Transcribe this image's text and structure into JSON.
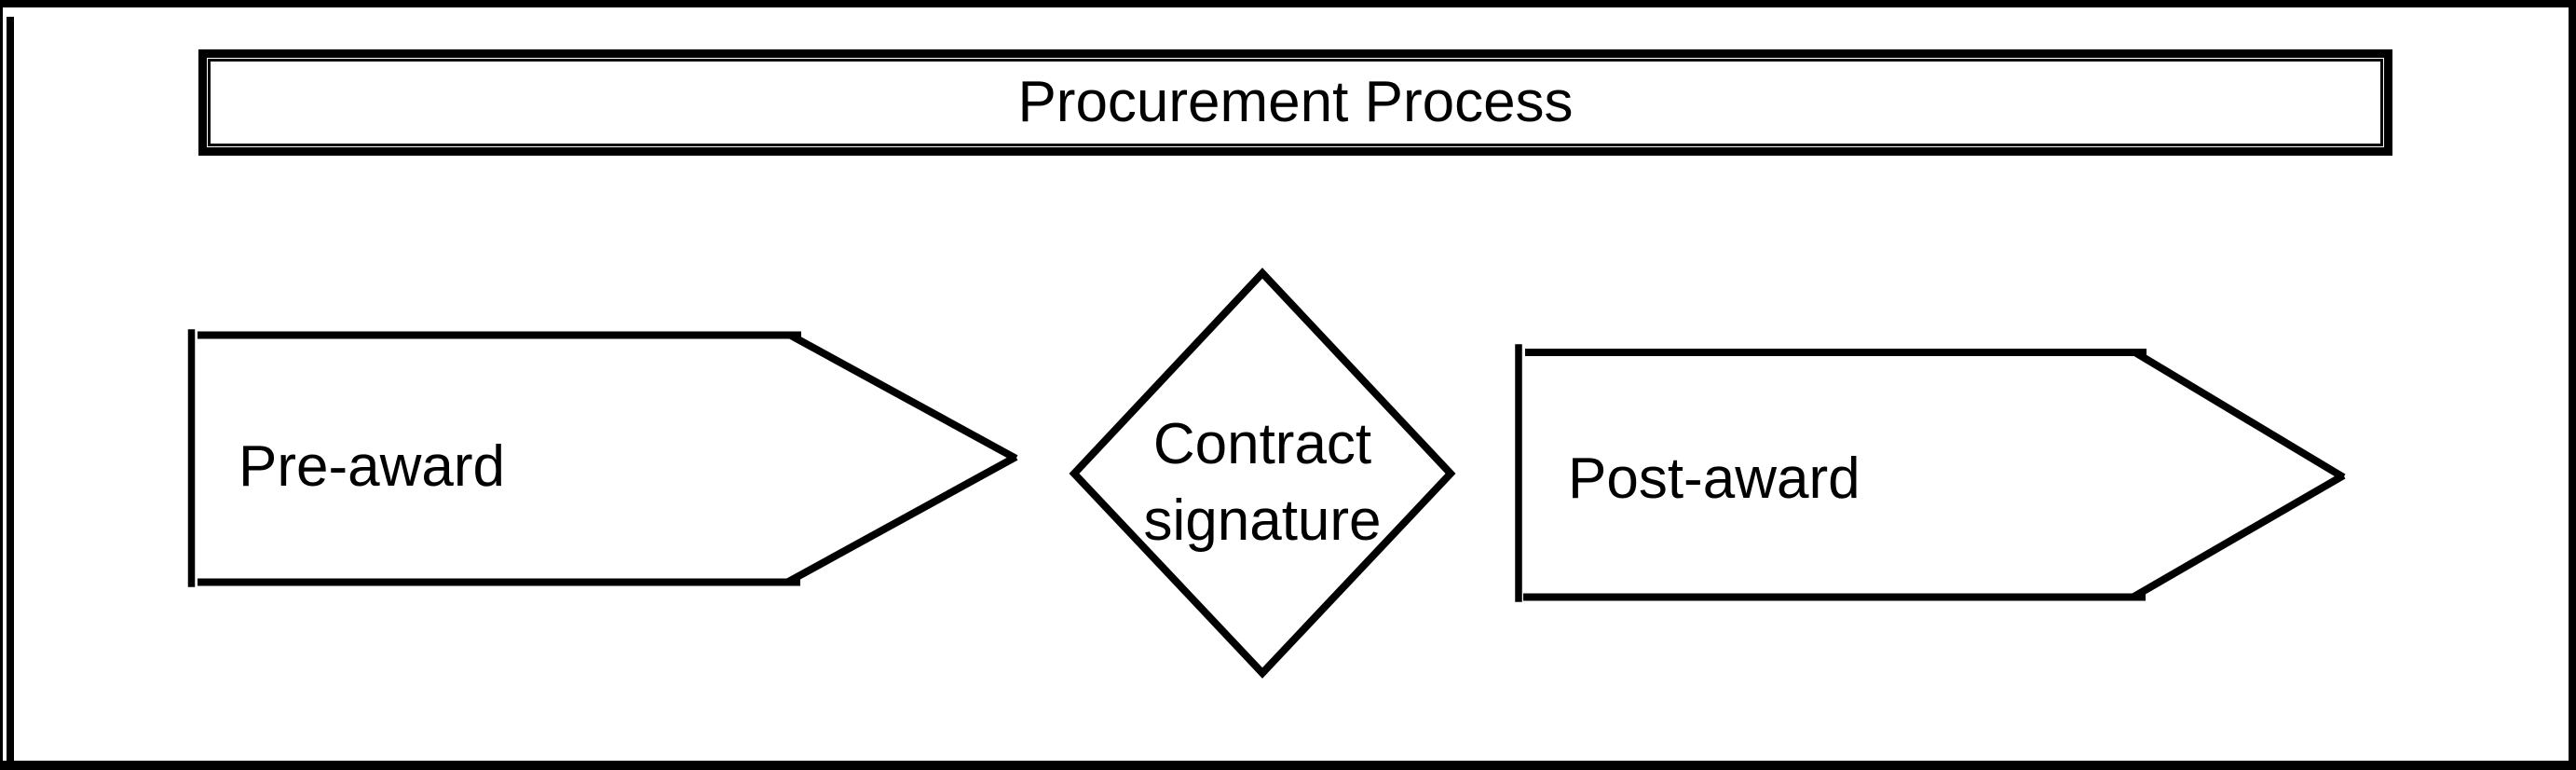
{
  "diagram": {
    "title": "Procurement Process",
    "stages": [
      {
        "label": "Pre-award",
        "shape": "pentagon-arrow-right"
      },
      {
        "label": "Contract signature",
        "shape": "diamond"
      },
      {
        "label": "Post-award",
        "shape": "pentagon-arrow-right"
      }
    ],
    "colors": {
      "stroke": "#000000",
      "fill": "#ffffff",
      "background": "#ffffff",
      "text": "#000000"
    }
  }
}
